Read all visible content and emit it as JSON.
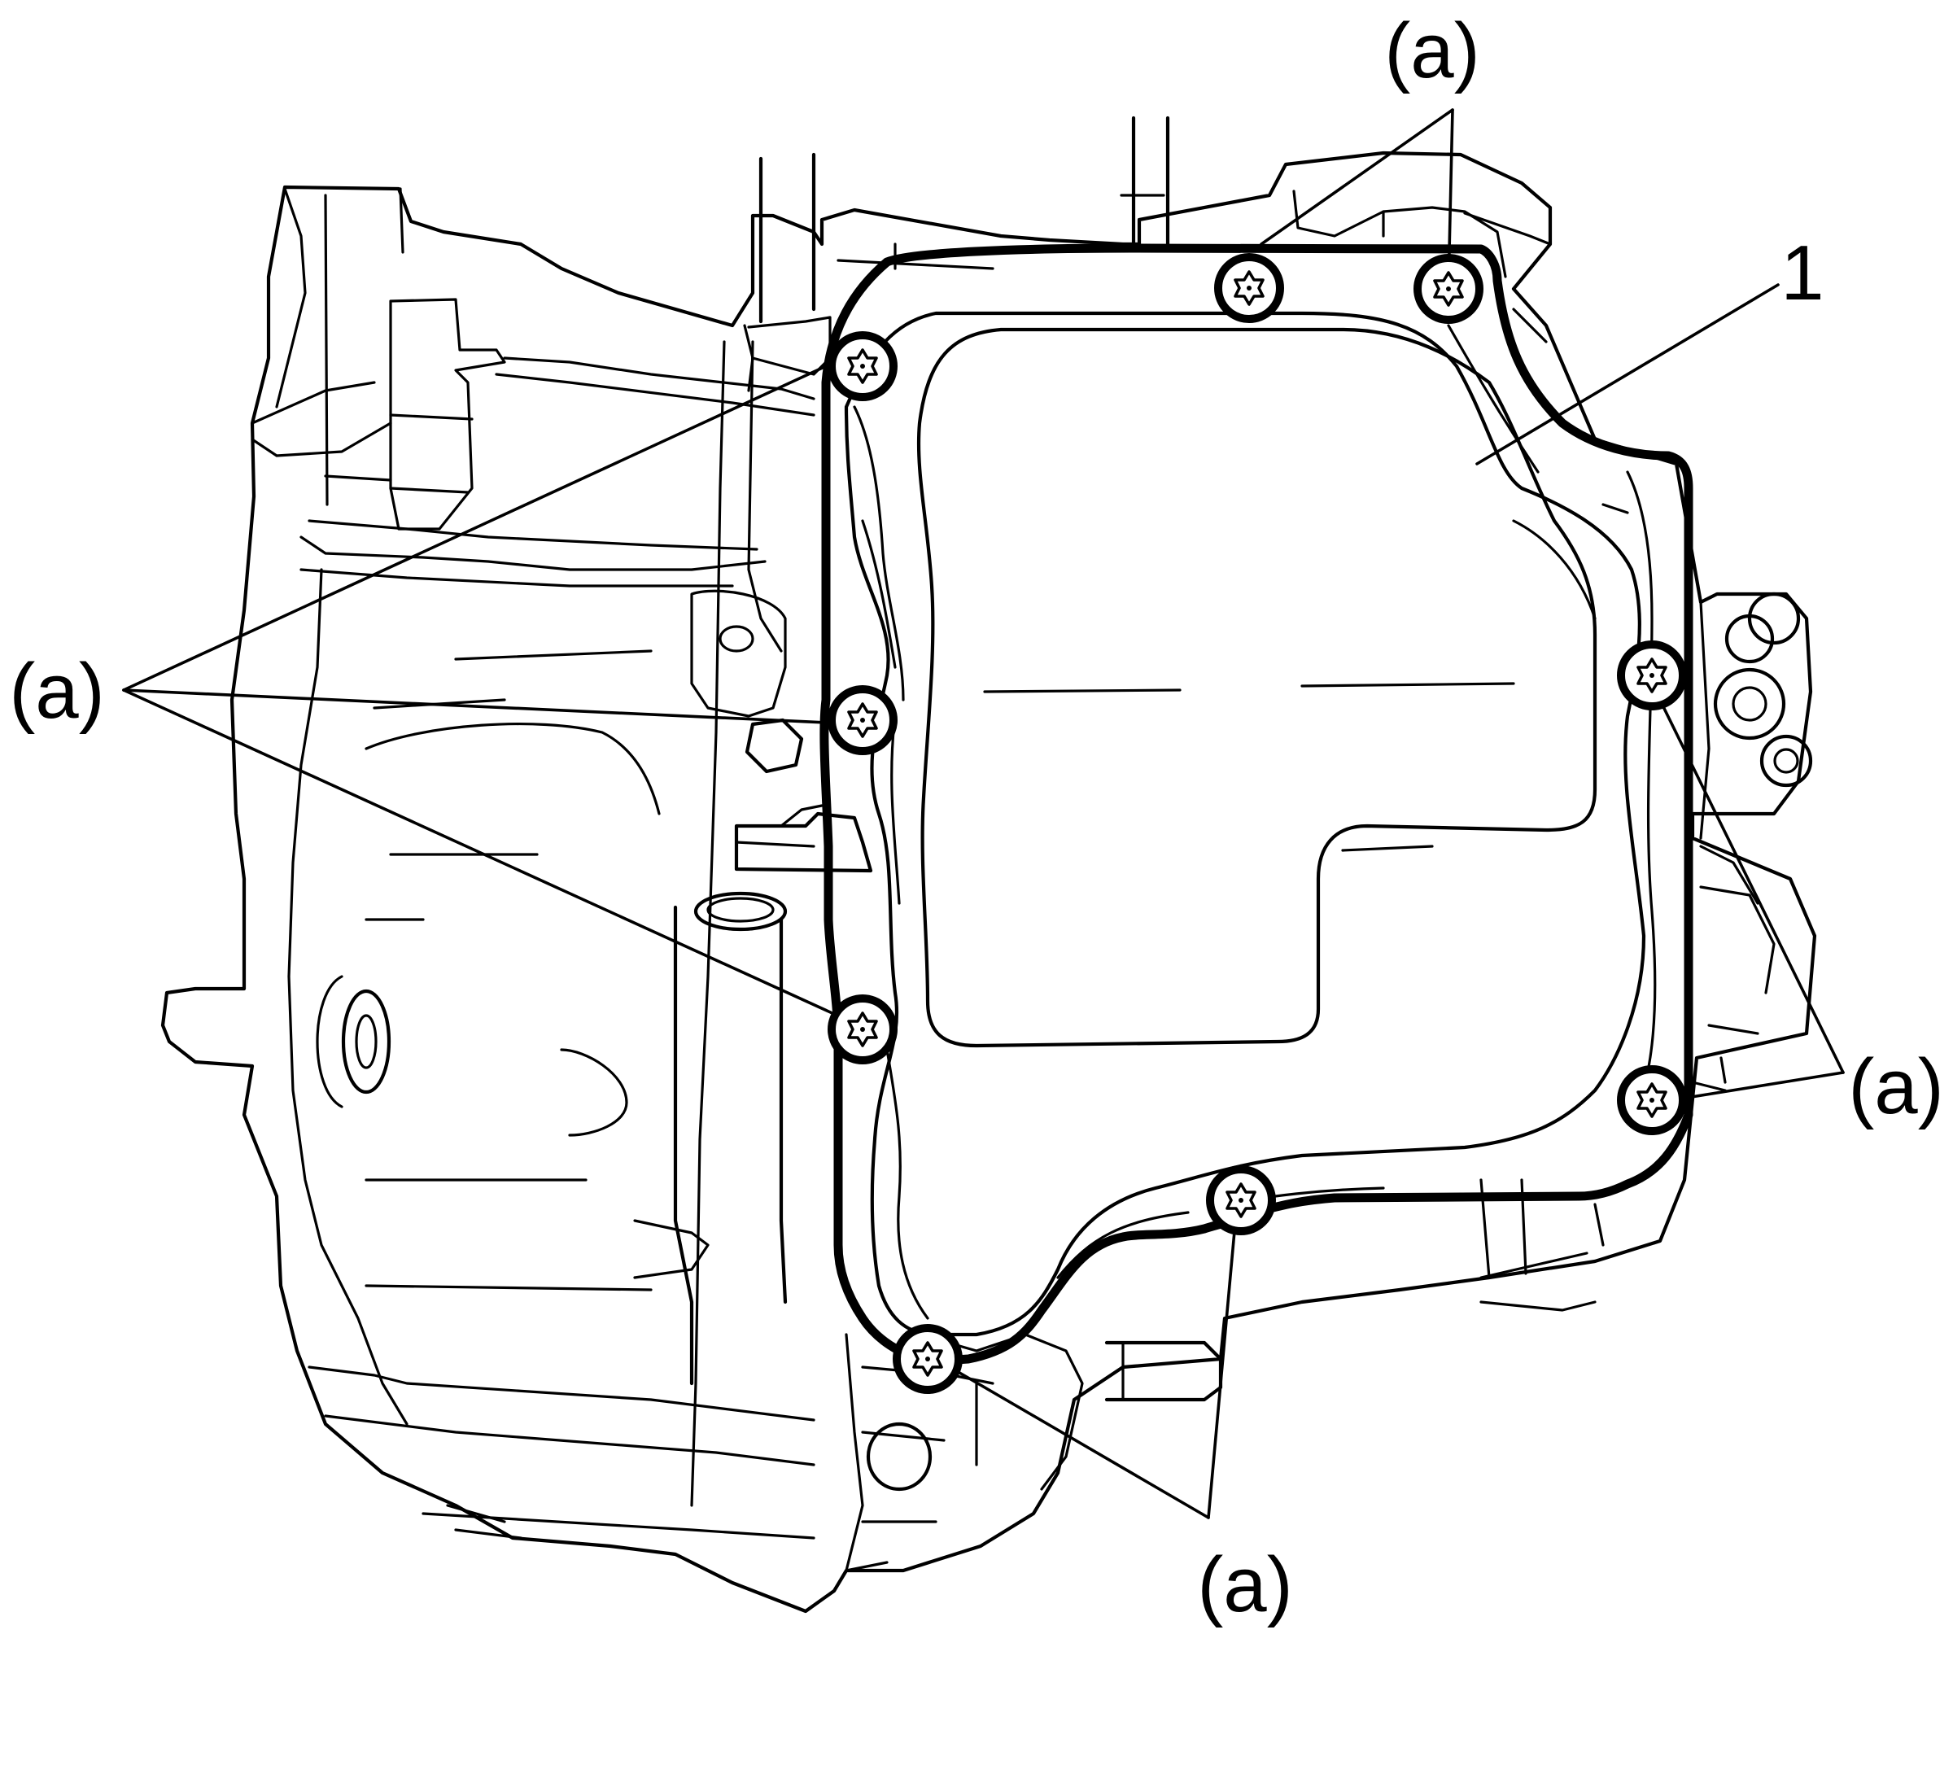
{
  "callouts": {
    "part_number": "1",
    "bolt_label_top": "(a)",
    "bolt_label_left": "(a)",
    "bolt_label_right": "(a)",
    "bolt_label_bottom": "(a)"
  },
  "colors": {
    "line": "#000000",
    "background": "#ffffff"
  },
  "icons": {
    "bolt": "torx-bolt-icon"
  }
}
